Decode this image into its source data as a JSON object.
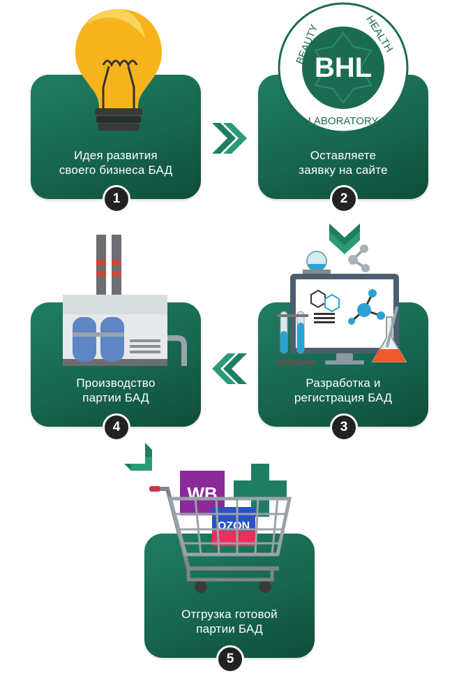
{
  "steps": [
    {
      "number": "1",
      "line1": "Идея развития",
      "line2": "своего бизнеса БАД"
    },
    {
      "number": "2",
      "line1": "Оставляете",
      "line2": "заявку на сайте"
    },
    {
      "number": "3",
      "line1": "Разработка и",
      "line2": "регистрация БАД"
    },
    {
      "number": "4",
      "line1": "Производство",
      "line2": "партии БАД"
    },
    {
      "number": "5",
      "line1": "Отгрузка готовой",
      "line2": "партии БАД"
    }
  ],
  "logo": {
    "brand": "BHL",
    "top_left": "BEAUTY",
    "top_right": "HEALTH",
    "bottom": "LABORATORY"
  },
  "cart_boxes": {
    "box1": "WB",
    "box2": "OZON"
  },
  "colors": {
    "card": "#17664f",
    "arrow": "#1f7d63",
    "badge": "#222222"
  },
  "icons": [
    "lightbulb-icon",
    "bhl-logo-icon",
    "lab-computer-icon",
    "factory-icon",
    "shopping-cart-icon"
  ]
}
